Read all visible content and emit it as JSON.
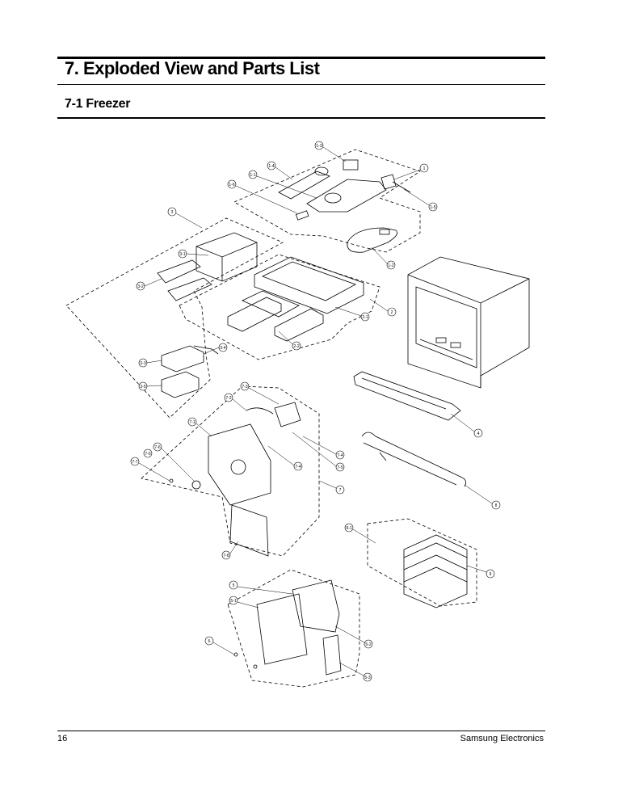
{
  "header": {
    "title": "7. Exploded View and Parts List",
    "subtitle": "7-1 Freezer"
  },
  "footer": {
    "page_number": "16",
    "brand": "Samsung Electronics"
  },
  "diagram": {
    "callouts": [
      "1-3",
      "1",
      "1-4",
      "1-1",
      "1-6",
      "1-5",
      "3",
      "1-2",
      "3-1",
      "3-2",
      "2",
      "2-1",
      "2-2",
      "3-4",
      "3-3",
      "3-5",
      "4",
      "7-3",
      "7-2",
      "7-1",
      "7-6",
      "7-4",
      "7-5",
      "7-7",
      "7",
      "8",
      "7-8",
      "9-1",
      "9",
      "5",
      "5-1",
      "5-2",
      "6",
      "5-3"
    ]
  }
}
